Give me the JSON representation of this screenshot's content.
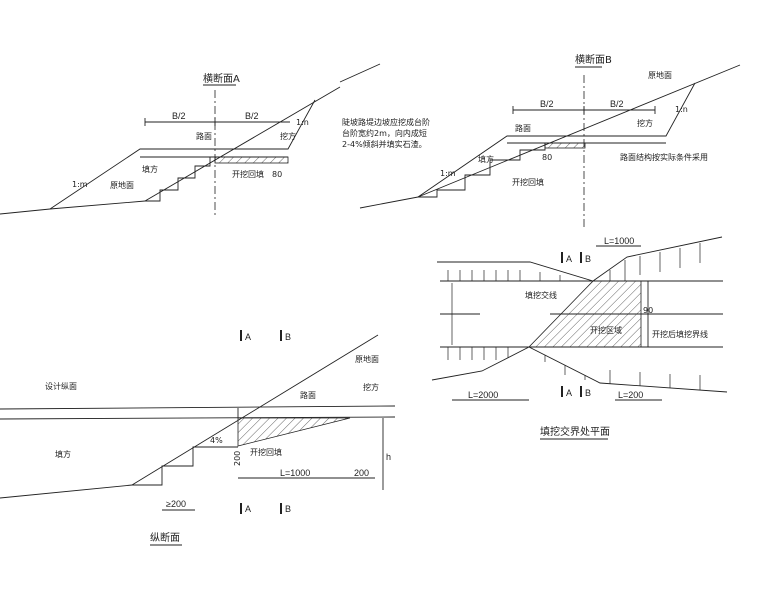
{
  "section_a": {
    "title": "横断面A",
    "half_left": "B/2",
    "half_right": "B/2",
    "road": "路面",
    "cut": "挖方",
    "fill": "填方",
    "ground": "原地面",
    "backfill": "开挖回填",
    "depth": "80",
    "slope_m": "1:m",
    "slope_n": "1:n"
  },
  "section_b": {
    "title": "横断面B",
    "ground": "原地面",
    "half_left": "B/2",
    "half_right": "B/2",
    "road": "路面",
    "cut": "挖方",
    "note": [
      "陡坡路堤边坡应挖成台阶",
      "台阶宽约2m，向内成短",
      "2-4%倾斜并填实石渣。"
    ],
    "fill": "填方",
    "slope_m": "1:m",
    "slope_n": "1:n",
    "depth": "80",
    "backfill": "开挖回填",
    "structure": "路面结构按实际条件采用"
  },
  "plan": {
    "title": "填挖交界处平面",
    "len_top": "L=1000",
    "len_left": "L=2000",
    "len_right": "L=200",
    "mark_a": "A",
    "mark_b": "B",
    "boundary": "填挖交线",
    "angle": "90",
    "zone": "开挖区域",
    "after": "开挖后填挖界线"
  },
  "profile": {
    "title": "纵断面",
    "mark_a": "A",
    "mark_b": "B",
    "ground": "原地面",
    "design": "设计纵面",
    "cut": "挖方",
    "road": "路面",
    "grade": "4%",
    "backfill": "开挖回填",
    "depth": "200",
    "fill": "填方",
    "len": "L=1000",
    "len2": "200",
    "h": "h",
    "step": "≥200"
  }
}
